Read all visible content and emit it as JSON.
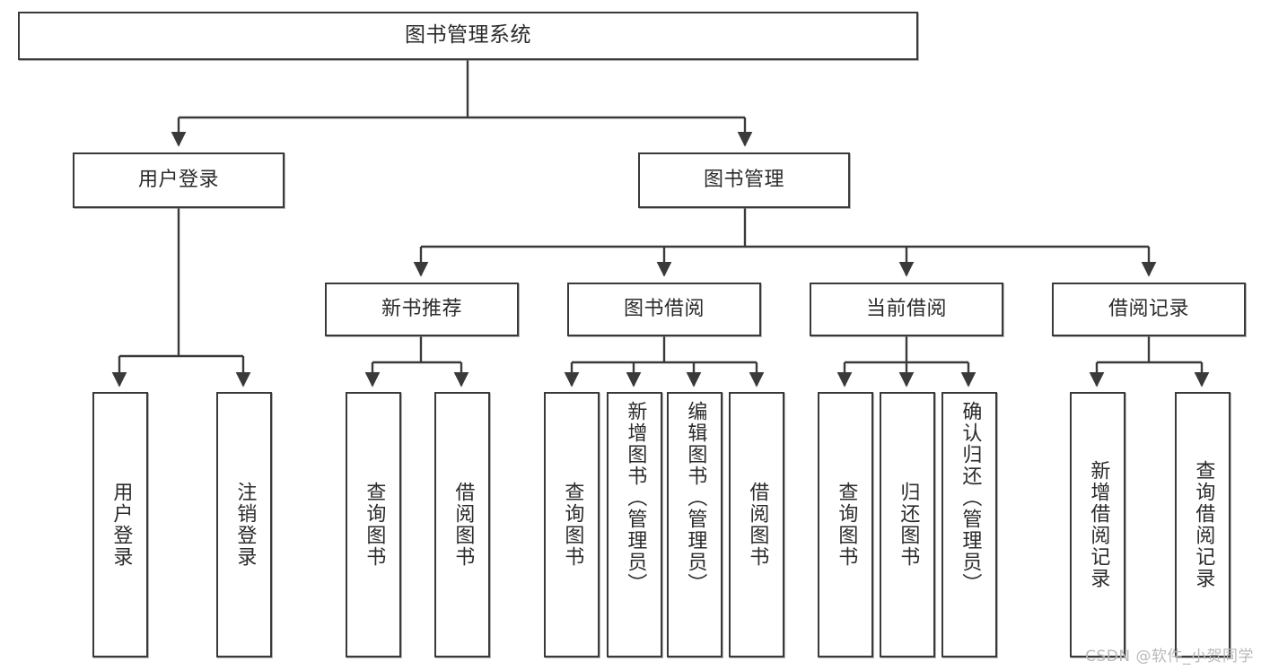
{
  "diagram": {
    "title": "图书管理系统",
    "type": "tree-hierarchy-diagram",
    "root": {
      "id": "root",
      "label": "图书管理系统"
    },
    "level1": [
      {
        "id": "user-login",
        "label": "用户登录"
      },
      {
        "id": "book-manage",
        "label": "图书管理"
      }
    ],
    "level2": [
      {
        "id": "new-book-recommend",
        "label": "新书推荐"
      },
      {
        "id": "book-borrow",
        "label": "图书借阅"
      },
      {
        "id": "current-borrow",
        "label": "当前借阅"
      },
      {
        "id": "borrow-record",
        "label": "借阅记录"
      }
    ],
    "leaves": {
      "user_login": [
        {
          "id": "leaf-user-login",
          "label": "用户登录"
        },
        {
          "id": "leaf-logout",
          "label": "注销登录"
        }
      ],
      "new_book_recommend": [
        {
          "id": "leaf-query-book-1",
          "label": "查询图书"
        },
        {
          "id": "leaf-borrow-book-1",
          "label": "借阅图书"
        }
      ],
      "book_borrow": [
        {
          "id": "leaf-query-book-2",
          "label": "查询图书"
        },
        {
          "id": "leaf-add-book",
          "label": "新增图书（管理员）"
        },
        {
          "id": "leaf-edit-book",
          "label": "编辑图书（管理员）"
        },
        {
          "id": "leaf-borrow-book-2",
          "label": "借阅图书"
        }
      ],
      "current_borrow": [
        {
          "id": "leaf-query-book-3",
          "label": "查询图书"
        },
        {
          "id": "leaf-return-book",
          "label": "归还图书"
        },
        {
          "id": "leaf-confirm-return",
          "label": "确认归还（管理员）"
        }
      ],
      "borrow_record": [
        {
          "id": "leaf-add-record",
          "label": "新增借阅记录"
        },
        {
          "id": "leaf-query-record",
          "label": "查询借阅记录"
        }
      ]
    }
  },
  "watermark": {
    "text": "CSDN @软件_小贺同学"
  },
  "colors": {
    "stroke": "#3a3a3a",
    "box_fill": "#ffffff",
    "text": "#2b2b2b",
    "watermark": "#b9b9b9",
    "page_background": "#ffffff"
  }
}
